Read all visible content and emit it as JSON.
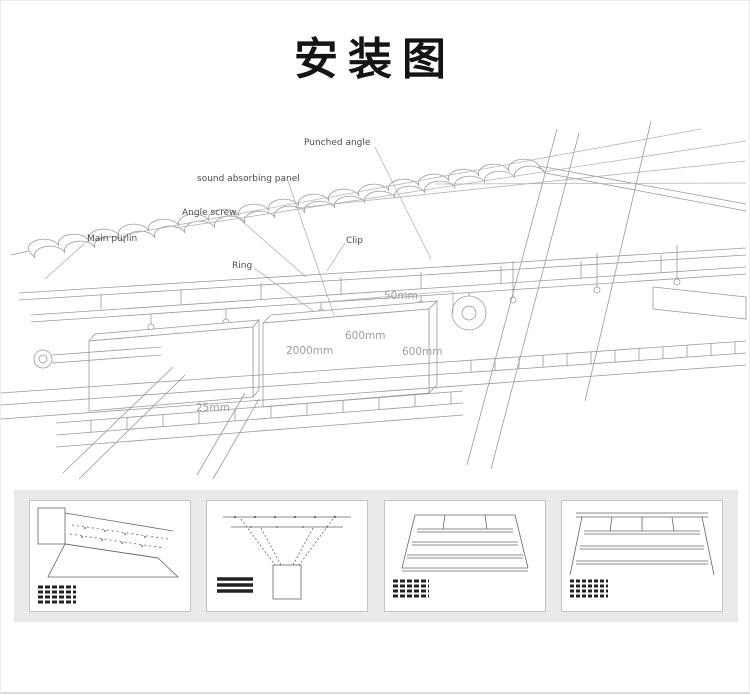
{
  "page": {
    "title": "安装图"
  },
  "diagram": {
    "labels": {
      "punched_angle": "Punched angle",
      "sound_absorbing_panel": "sound absorbing panel",
      "angle_screw": "Angle screw",
      "main_purlin": "Main purlin",
      "clip": "Clip",
      "ring": "Ring"
    },
    "dimensions": {
      "panel_thickness_top": "50mm",
      "panel_width_back": "600mm",
      "panel_length": "2000mm",
      "panel_width_front": "600mm",
      "panel_thickness_bottom": "25mm"
    }
  },
  "colors": {
    "line_art": "#9a9a9a",
    "thumb_strip_background": "#eaeaea",
    "title_text": "#141414"
  }
}
